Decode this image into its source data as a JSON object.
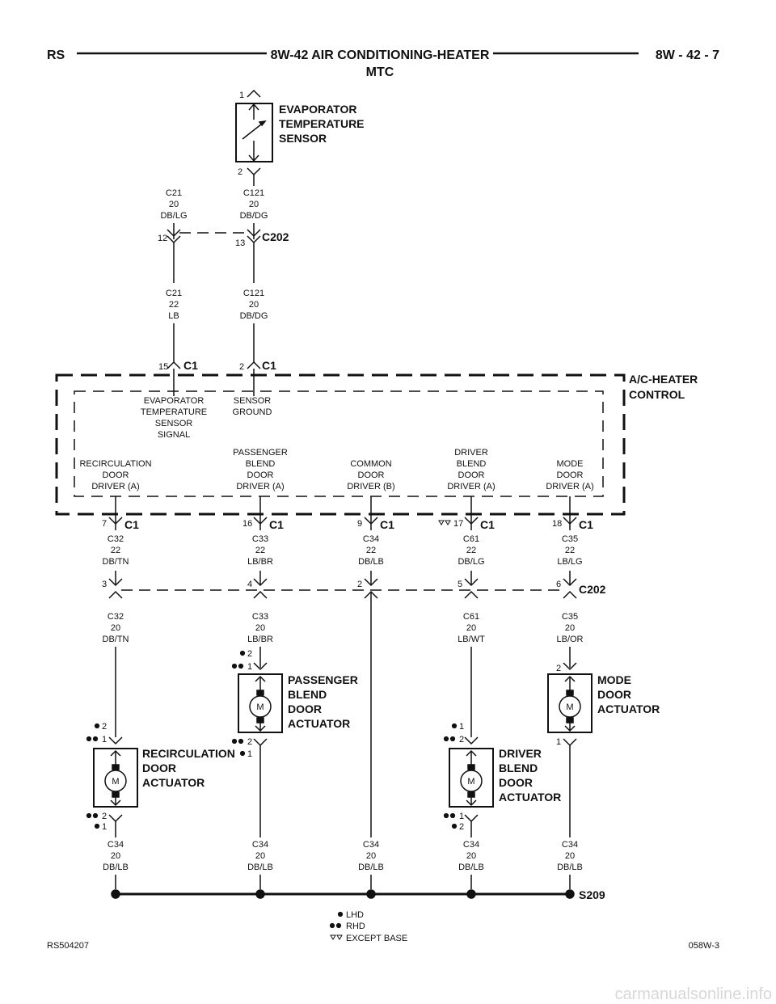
{
  "header": {
    "left": "RS",
    "title": "8W-42 AIR CONDITIONING-HEATER",
    "subtitle": "MTC",
    "right": "8W - 42 - 7"
  },
  "evap_sensor": {
    "label_lines": [
      "EVAPORATOR",
      "TEMPERATURE",
      "SENSOR"
    ],
    "pin_top": "1",
    "pin_bottom": "2"
  },
  "wires_top": {
    "w1": [
      "C21",
      "20",
      "DB/LG"
    ],
    "w2": [
      "C121",
      "20",
      "DB/DG"
    ],
    "w3": [
      "C21",
      "22",
      "LB"
    ],
    "w4": [
      "C121",
      "20",
      "DB/DG"
    ]
  },
  "c202_top": {
    "name": "C202",
    "pin_left": "12",
    "pin_right": "13"
  },
  "control": {
    "name_lines": [
      "A/C-HEATER",
      "CONTROL"
    ],
    "top_pins": [
      {
        "pin": "15",
        "conn": "C1"
      },
      {
        "pin": "2",
        "conn": "C1"
      }
    ],
    "sig_evap": [
      "EVAPORATOR",
      "TEMPERATURE",
      "SENSOR",
      "SIGNAL"
    ],
    "sig_ground": [
      "SENSOR",
      "GROUND"
    ],
    "drivers": [
      [
        "RECIRCULATION",
        "DOOR",
        "DRIVER (A)"
      ],
      [
        "PASSENGER",
        "BLEND",
        "DOOR",
        "DRIVER (A)"
      ],
      [
        "COMMON",
        "DOOR",
        "DRIVER (B)"
      ],
      [
        "DRIVER",
        "BLEND",
        "DOOR",
        "DRIVER (A)"
      ],
      [
        "MODE",
        "DOOR",
        "DRIVER (A)"
      ]
    ],
    "bottom_pins": [
      {
        "pin": "7",
        "conn": "C1"
      },
      {
        "pin": "16",
        "conn": "C1"
      },
      {
        "pin": "9",
        "conn": "C1"
      },
      {
        "pin": "17",
        "conn": "C1"
      },
      {
        "pin": "18",
        "conn": "C1"
      }
    ]
  },
  "wires_mid": [
    [
      "C32",
      "22",
      "DB/TN"
    ],
    [
      "C33",
      "22",
      "LB/BR"
    ],
    [
      "C34",
      "22",
      "DB/LB"
    ],
    [
      "C61",
      "22",
      "DB/LG"
    ],
    [
      "C35",
      "22",
      "LB/LG"
    ]
  ],
  "c202_mid": {
    "name": "C202",
    "pins": [
      "3",
      "4",
      "2",
      "5",
      "6"
    ]
  },
  "wires_low": [
    [
      "C32",
      "20",
      "DB/TN"
    ],
    [
      "C33",
      "20",
      "LB/BR"
    ],
    [
      "C61",
      "20",
      "LB/WT"
    ],
    [
      "C35",
      "20",
      "LB/OR"
    ]
  ],
  "actuators": {
    "recirc": [
      "RECIRCULATION",
      "DOOR",
      "ACTUATOR"
    ],
    "passenger": [
      "PASSENGER",
      "BLEND",
      "DOOR",
      "ACTUATOR"
    ],
    "driver": [
      "DRIVER",
      "BLEND",
      "DOOR",
      "ACTUATOR"
    ],
    "mode": [
      "MODE",
      "DOOR",
      "ACTUATOR"
    ],
    "motor_letter": "M"
  },
  "pins_act": {
    "recirc_top": [
      "2",
      "1"
    ],
    "recirc_bot": [
      "2",
      "1"
    ],
    "pass_top": [
      "2",
      "1"
    ],
    "pass_bot": [
      "2",
      "1"
    ],
    "driver_top": [
      "1",
      "2"
    ],
    "driver_bot": [
      "1",
      "2"
    ],
    "mode_top": "2",
    "mode_bot": "1"
  },
  "ground_wires": [
    [
      "C34",
      "20",
      "DB/LB"
    ],
    [
      "C34",
      "20",
      "DB/LB"
    ],
    [
      "C34",
      "20",
      "DB/LB"
    ],
    [
      "C34",
      "20",
      "DB/LB"
    ],
    [
      "C34",
      "20",
      "DB/LB"
    ]
  ],
  "splice": "S209",
  "legend": {
    "lhd": "LHD",
    "rhd": "RHD",
    "except": "EXCEPT BASE"
  },
  "footer": {
    "left": "RS504207",
    "right": "058W-3"
  },
  "watermark": "carmanualsonline.info"
}
